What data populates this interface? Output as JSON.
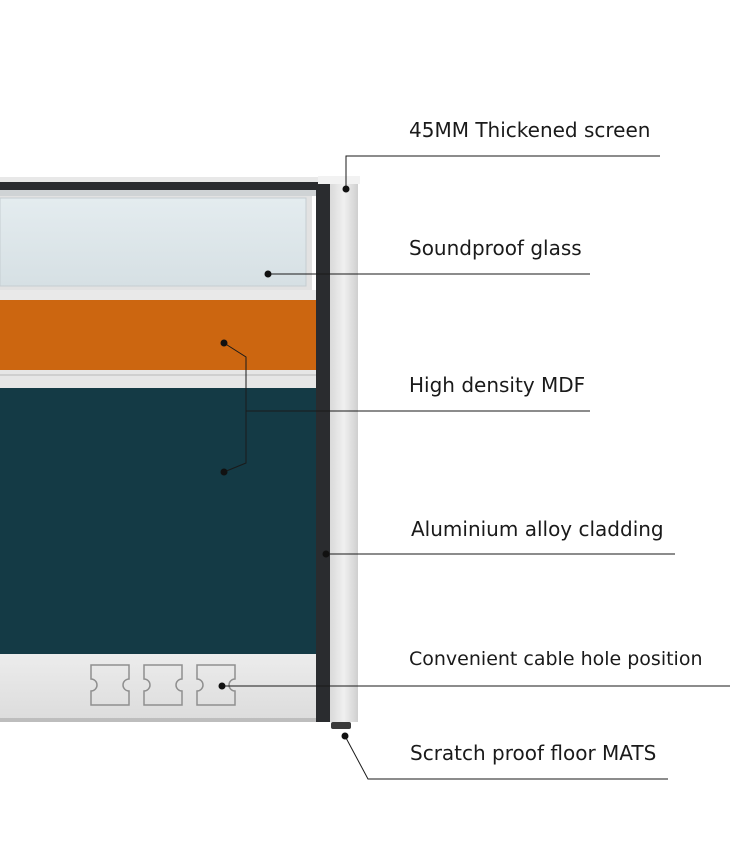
{
  "labels": {
    "screen": "45MM Thickened screen",
    "glass": "Soundproof glass",
    "mdf": "High density MDF",
    "cladding": "Aluminium alloy cladding",
    "cable": "Convenient cable hole position",
    "mats": "Scratch proof floor MATS"
  },
  "colors": {
    "glass": "#dde6ea",
    "mdf_orange": "#cc6610",
    "mdf_teal": "#143a45",
    "frame_dark": "#2a2c2f",
    "aluminium": "#e6e6e6",
    "leader": "#1a1a1a"
  }
}
